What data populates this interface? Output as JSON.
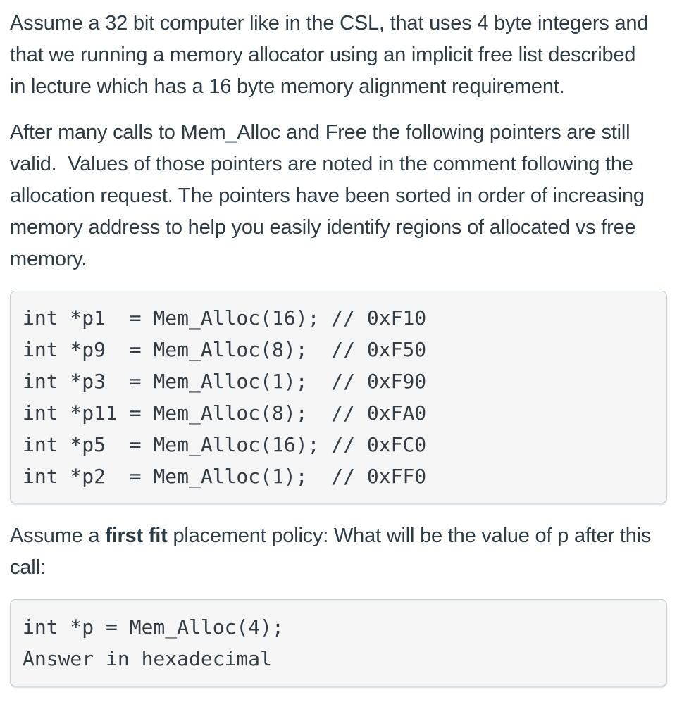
{
  "colors": {
    "page_background": "#ffffff",
    "body_text": "#2d3b45",
    "code_text": "#343b42",
    "code_background": "#f5f5f5",
    "code_border": "#c5ccd3"
  },
  "question": {
    "intro": {
      "lines": [
        "Assume a 32 bit computer like in the CSL, that uses 4 byte integers and",
        "that we running a memory allocator using an implicit free list described",
        "in lecture which has a 16 byte memory alignment requirement."
      ]
    },
    "description": {
      "lines": [
        "After many calls to Mem_Alloc and Free the following pointers are still",
        "valid.  Values of those pointers are noted in the comment following the",
        "allocation request. The pointers have been sorted in order of increasing",
        "memory address to help you easily identify regions of allocated vs free",
        "memory."
      ]
    },
    "allocations": {
      "lines": [
        "int *p1  = Mem_Alloc(16); // 0xF10",
        "int *p9  = Mem_Alloc(8);  // 0xF50",
        "int *p3  = Mem_Alloc(1);  // 0xF90",
        "int *p11 = Mem_Alloc(8);  // 0xFA0",
        "int *p5  = Mem_Alloc(16); // 0xFC0",
        "int *p2  = Mem_Alloc(1);  // 0xFF0"
      ]
    },
    "prompt": {
      "line1_pre": "Assume a ",
      "line1_bold": "first fit",
      "line1_post": " placement policy: What will be the value of p after this",
      "line2": "call:"
    },
    "final_code": {
      "lines": [
        "int *p = Mem_Alloc(4);",
        "Answer in hexadecimal"
      ]
    }
  }
}
